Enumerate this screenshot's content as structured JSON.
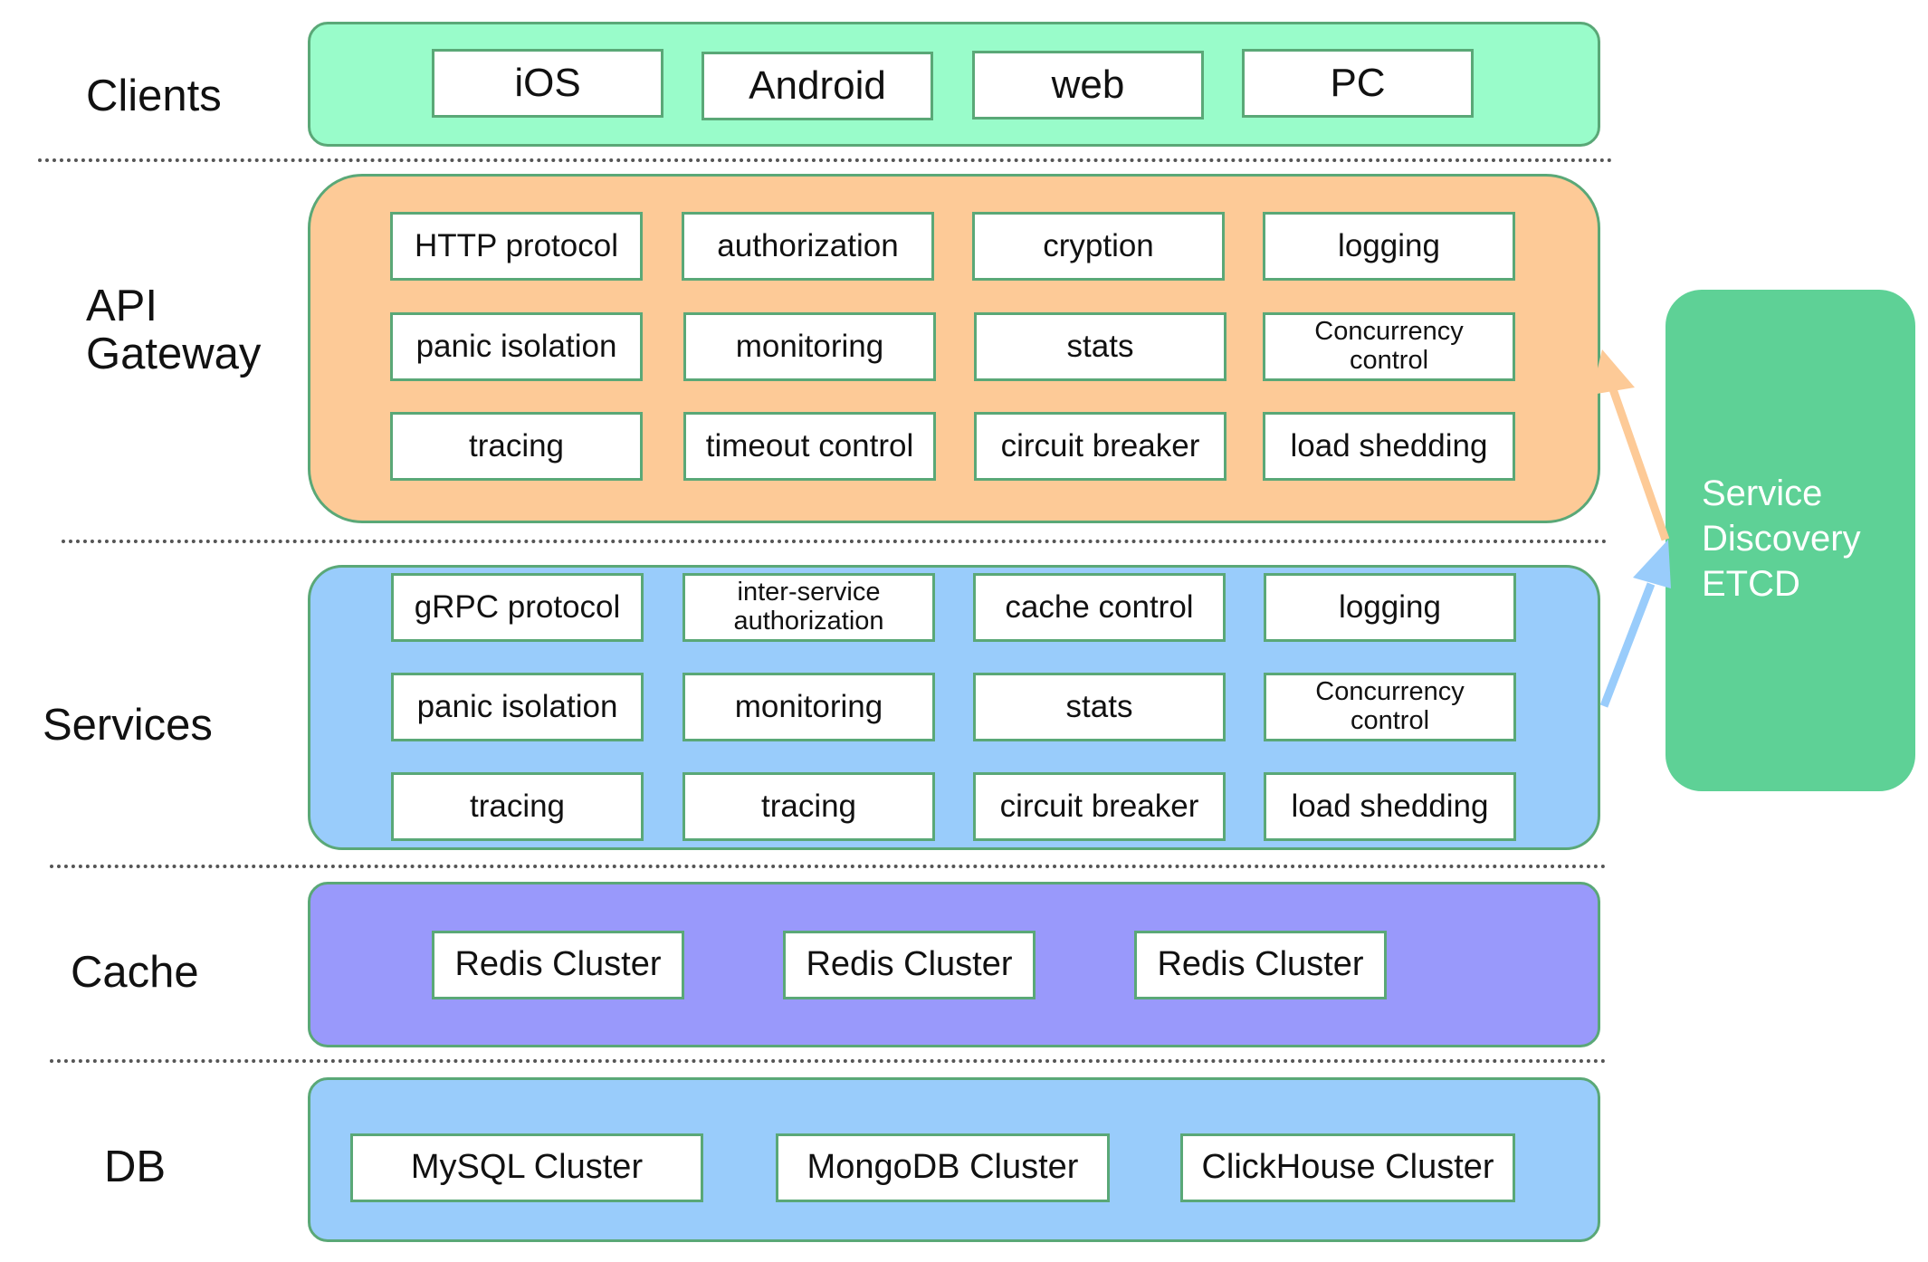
{
  "colors": {
    "clients": "#99fcca",
    "gateway": "#fdca97",
    "services": "#99ccfb",
    "cache": "#9999fb",
    "db": "#99ccfb",
    "discovery": "#5ed196",
    "arrow_gateway": "#fdca97",
    "arrow_services": "#99ccfb"
  },
  "layers": {
    "clients": {
      "label": "Clients",
      "items": [
        "iOS",
        "Android",
        "web",
        "PC"
      ]
    },
    "gateway": {
      "label": "API\nGateway",
      "items": [
        "HTTP protocol",
        "authorization",
        "cryption",
        "logging",
        "panic isolation",
        "monitoring",
        "stats",
        "Concurrency\ncontrol",
        "tracing",
        "timeout control",
        "circuit breaker",
        "load shedding"
      ]
    },
    "services": {
      "label": "Services",
      "items": [
        "gRPC protocol",
        "inter-service\nauthorization",
        "cache control",
        "logging",
        "panic isolation",
        "monitoring",
        "stats",
        "Concurrency\ncontrol",
        "tracing",
        "tracing",
        "circuit breaker",
        "load shedding"
      ]
    },
    "cache": {
      "label": "Cache",
      "items": [
        "Redis Cluster",
        "Redis Cluster",
        "Redis Cluster"
      ]
    },
    "db": {
      "label": "DB",
      "items": [
        "MySQL Cluster",
        "MongoDB Cluster",
        "ClickHouse Cluster"
      ]
    }
  },
  "discovery": {
    "label": "Service\nDiscovery\nETCD"
  }
}
